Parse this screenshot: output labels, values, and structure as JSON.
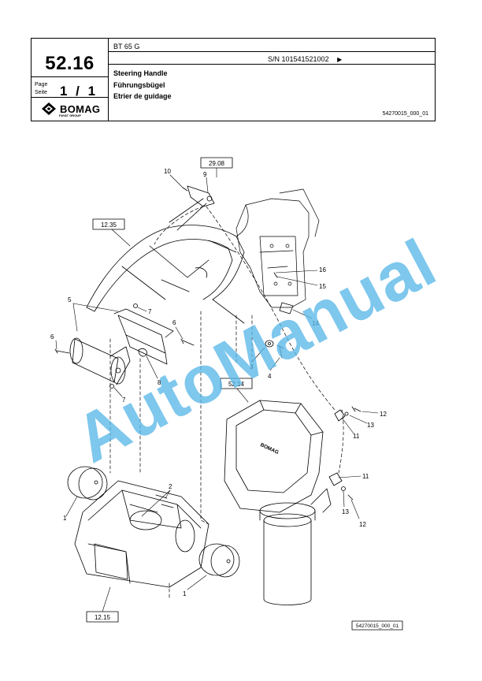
{
  "header": {
    "page_number": "52.16",
    "page_label": "Page",
    "seite_label": "Seite",
    "page_count": "1 / 1",
    "model": "BT 65 G",
    "serial": "S/N 101541521002",
    "serial_arrow": "▶",
    "title_en": "Steering Handle",
    "title_de": "Führungsbügel",
    "title_fr": "Etrier de guidage",
    "doc_id": "54270015_000_01",
    "logo_text": "BOMAG",
    "logo_sub": "FAYAT GROUP"
  },
  "references": {
    "ref_29_08": "29.08",
    "ref_12_35": "12.35",
    "ref_52_14": "52.14",
    "ref_12_15": "12.15",
    "bottom_doc_id": "54270015_000_01"
  },
  "callouts": [
    "1",
    "1",
    "2",
    "3",
    "4",
    "5",
    "6",
    "6",
    "7",
    "7",
    "8",
    "9",
    "10",
    "11",
    "11",
    "12",
    "12",
    "13",
    "13",
    "14",
    "15",
    "16"
  ],
  "housing_brand": "BOMAG",
  "watermark": "AutoManual",
  "colors": {
    "watermark": "#5bb8e8"
  }
}
